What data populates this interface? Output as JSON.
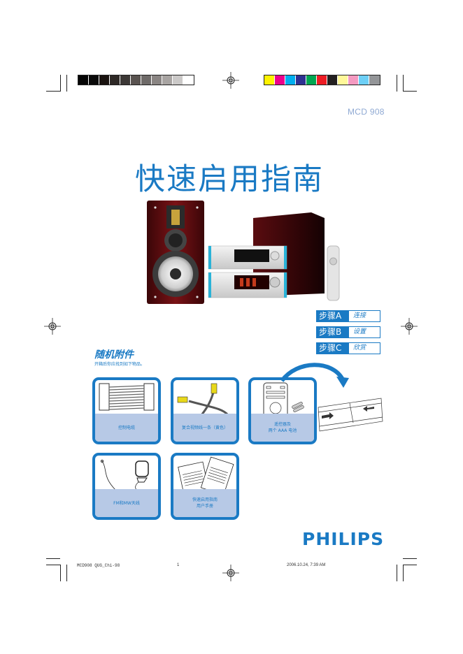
{
  "print_marks": {
    "grayscale_swatches": [
      "#050505",
      "#0a0a0a",
      "#1a1310",
      "#2e2926",
      "#3c3836",
      "#595350",
      "#6e6a68",
      "#8a8583",
      "#a8a4a2",
      "#cbc9c8",
      "#ffffff"
    ],
    "color_swatches": [
      "#fff200",
      "#ec008c",
      "#00aeef",
      "#2e3192",
      "#00a651",
      "#ed1c24",
      "#231f20",
      "#fff799",
      "#f49ac1",
      "#6dcff6",
      "#939598"
    ]
  },
  "header": {
    "model": "MCD 908"
  },
  "cover": {
    "title": "快速启用指南"
  },
  "steps": [
    {
      "label": "步骤A",
      "value": "连接"
    },
    {
      "label": "步骤B",
      "value": "设置"
    },
    {
      "label": "步骤C",
      "value": "欣赏"
    }
  ],
  "accessories": {
    "title": "随机附件",
    "subtitle": "开箱后你应找到如下物品。",
    "items": [
      {
        "caption_line1": "控制电缆",
        "caption_line2": ""
      },
      {
        "caption_line1": "复合视频线一条（黄色）",
        "caption_line2": ""
      },
      {
        "caption_line1": "遥控器及",
        "caption_line2": "两个 AAA 电池"
      },
      {
        "caption_line1": "FM和MW天线",
        "caption_line2": ""
      },
      {
        "caption_line1": "快速启用指南",
        "caption_line2": "用户手册"
      }
    ]
  },
  "brand": {
    "logo_text": "PHILIPS",
    "color": "#1a7ac4"
  },
  "footer": {
    "file_name": "MCD908 QUG_Chi-98",
    "page_number": "1",
    "timestamp": "2006.10.24, 7:39 AM"
  }
}
